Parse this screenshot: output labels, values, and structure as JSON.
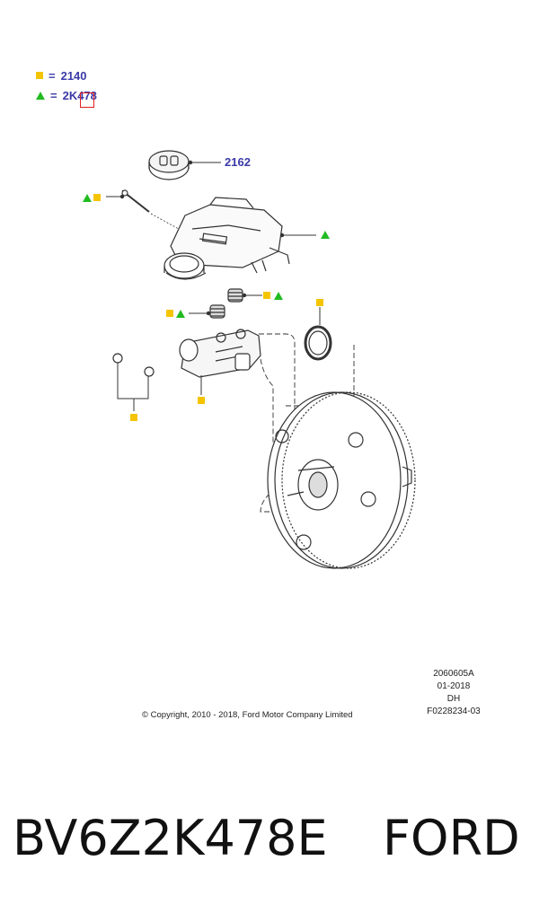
{
  "legend": [
    {
      "symbol": "yellow-square",
      "eq": "=",
      "code": "2140"
    },
    {
      "symbol": "green-triangle",
      "eq": "=",
      "code": "2K478"
    }
  ],
  "callouts": {
    "reservoir_cap": "2162"
  },
  "colors": {
    "legend_text": "#3a3aa8",
    "square": "#f5c400",
    "triangle": "#22bb22",
    "highlight": "#e02020"
  },
  "meta": {
    "illustration_id": "2060605A",
    "date": "01-2018",
    "initials": "DH",
    "figure_id": "F0228234-03"
  },
  "copyright": "© Copyright, 2010 - 2018, Ford Motor Company Limited",
  "footer": {
    "part_number": "BV6Z2K478E",
    "brand": "FORD"
  }
}
